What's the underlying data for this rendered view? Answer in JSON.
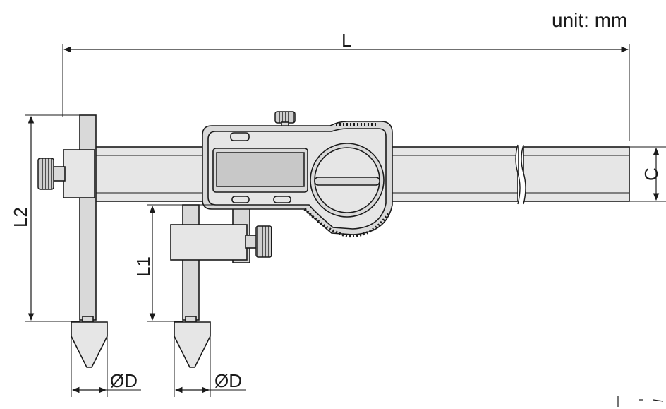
{
  "unit_label": "unit: mm",
  "dimensions": {
    "L": "L",
    "L1": "L1",
    "L2": "L2",
    "C": "C",
    "D_left": "ØD",
    "D_right": "ØD"
  }
}
